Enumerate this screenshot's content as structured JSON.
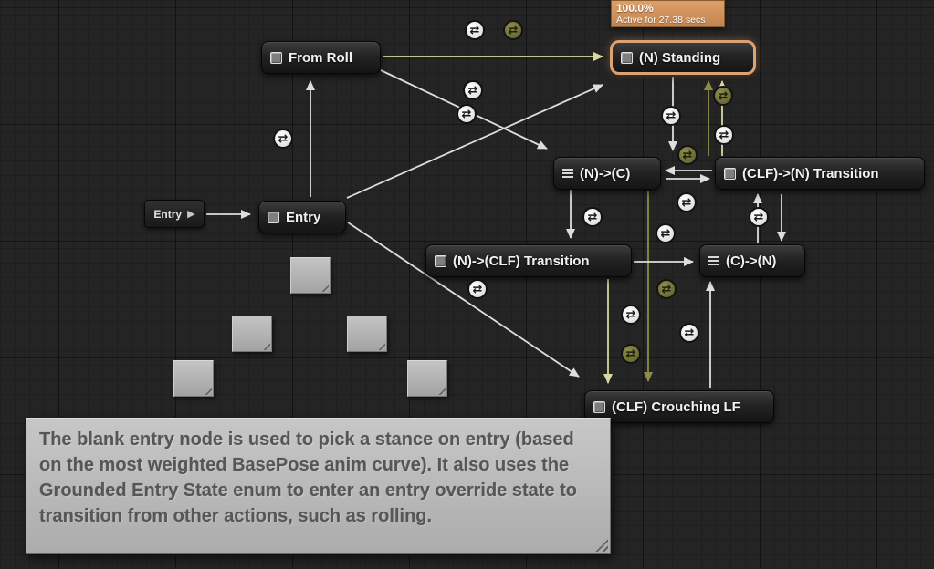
{
  "graph": {
    "entry_marker": {
      "label": "Entry"
    },
    "nodes": [
      {
        "label": "From Roll"
      },
      {
        "label": "(N) Standing"
      },
      {
        "label": "(N)->(C)"
      },
      {
        "label": "(CLF)->(N) Transition"
      },
      {
        "label": "Entry"
      },
      {
        "label": "(N)->(CLF) Transition"
      },
      {
        "label": "(C)->(N)"
      },
      {
        "label": "(CLF) Crouching LF"
      }
    ],
    "active_state": {
      "name": "(N) Standing",
      "weight": "100.0%",
      "status": "Active for 27.38 secs"
    },
    "comment": {
      "text": "The blank entry node is used to pick a stance on entry (based on the most weighted BasePose anim curve). It also uses the Grounded Entry State enum to enter an entry override state to transition from other actions, such as rolling."
    },
    "icons": {
      "transition_rule": "⇄",
      "entry_play": "▶"
    },
    "colors": {
      "active_border": "#dba273",
      "active_tooltip_bg": "#cd8f5a",
      "wire_white": "#dedede",
      "wire_yellow": "#d9d9a2",
      "wire_olive": "#8c8c49"
    }
  }
}
